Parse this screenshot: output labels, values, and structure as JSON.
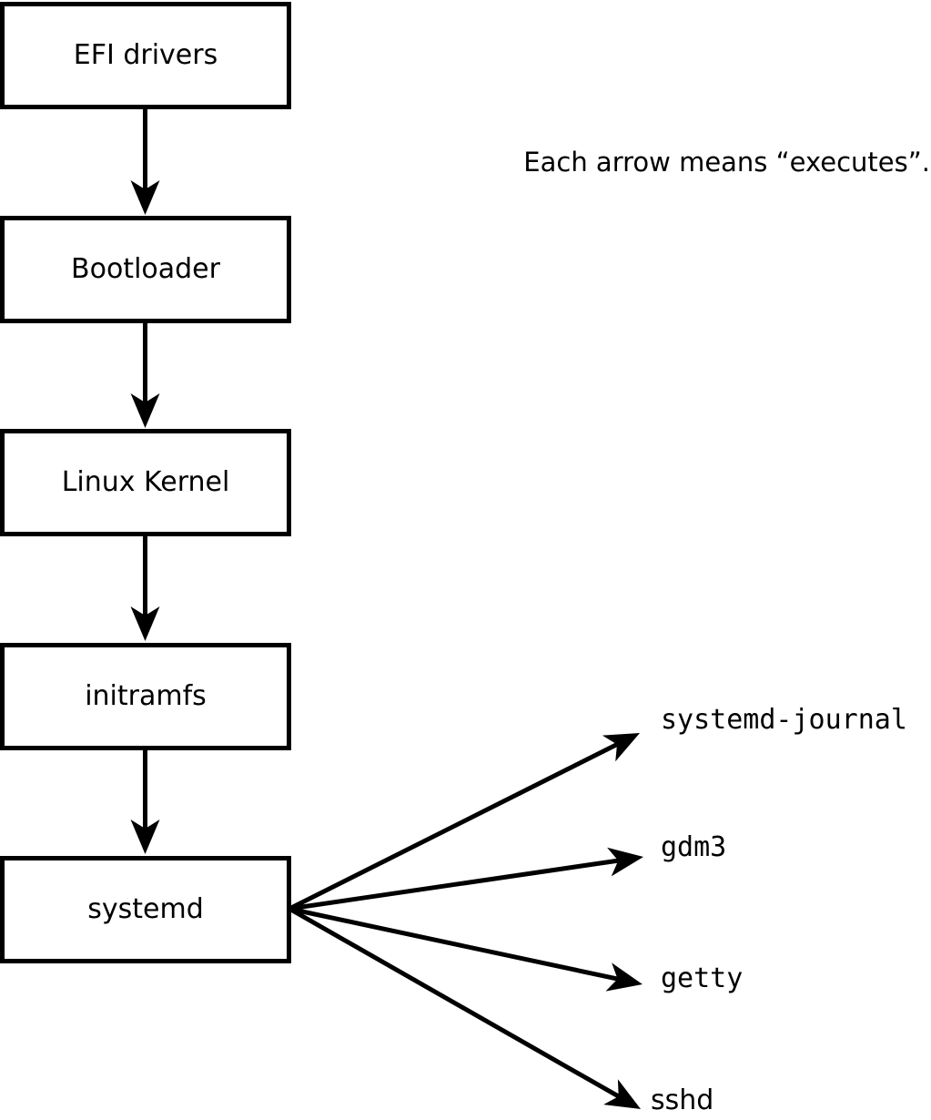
{
  "diagram": {
    "note": "Each arrow means “executes”.",
    "chain": [
      {
        "id": "efi-drivers",
        "label": "EFI drivers"
      },
      {
        "id": "bootloader",
        "label": "Bootloader"
      },
      {
        "id": "linux-kernel",
        "label": "Linux Kernel"
      },
      {
        "id": "initramfs",
        "label": "initramfs"
      },
      {
        "id": "systemd",
        "label": "systemd"
      }
    ],
    "spawned": [
      {
        "id": "systemd-journal",
        "label": "systemd-journal"
      },
      {
        "id": "gdm3",
        "label": "gdm3"
      },
      {
        "id": "getty",
        "label": "getty"
      },
      {
        "id": "sshd",
        "label": "sshd"
      }
    ],
    "colors": {
      "line": "#000000",
      "background": "#ffffff",
      "box_fill": "#ffffff"
    }
  }
}
